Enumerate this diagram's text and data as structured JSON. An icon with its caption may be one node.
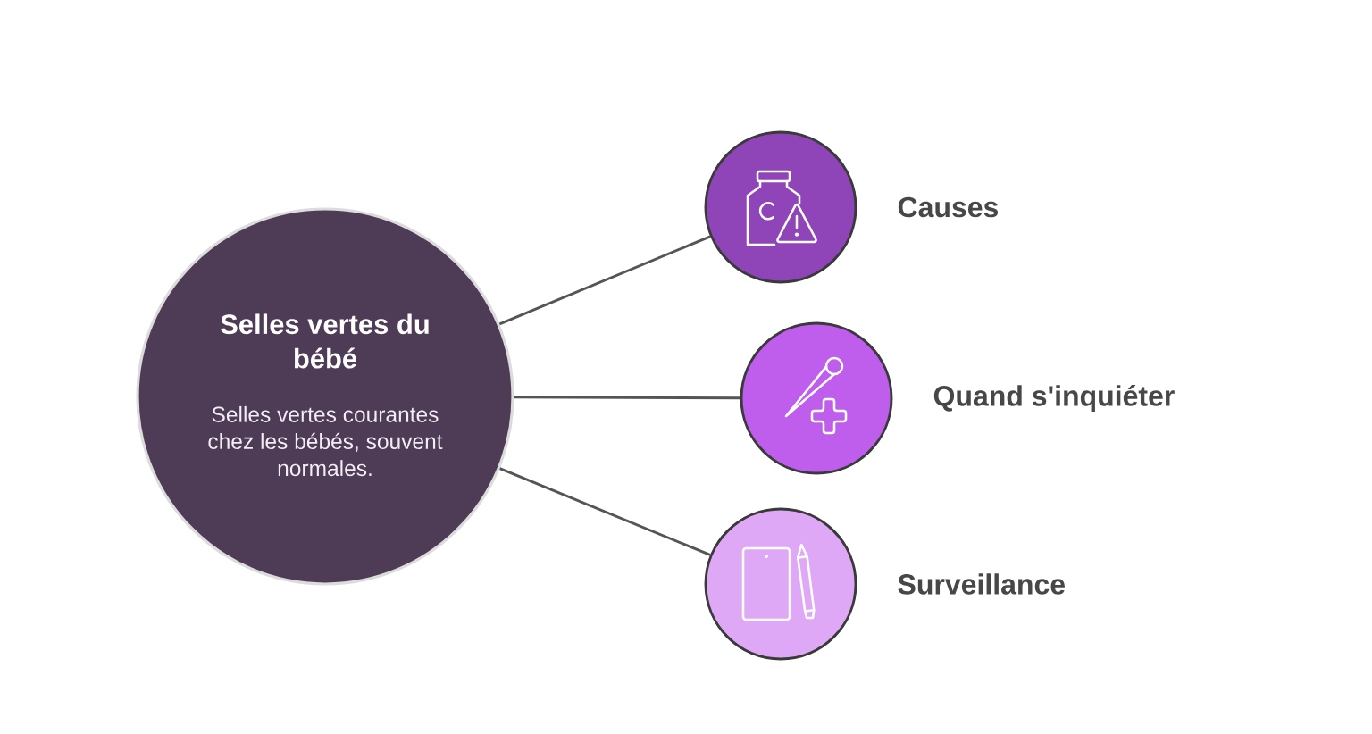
{
  "diagram": {
    "nodes": [
      {
        "text": [
          "Selles vertes du bébé",
          "Selles vertes courantes chez les bébés, souvent normales."
        ]
      },
      {
        "text": [],
        "shape": "circle",
        "beside": [
          "Causes"
        ]
      },
      {
        "text": [],
        "shape": "circle",
        "beside": [
          "Quand s'inquiéter"
        ]
      },
      {
        "text": [],
        "shape": "circle",
        "beside": [
          "Surveillance"
        ]
      }
    ],
    "edges": [
      {
        "from": 0,
        "to": 1,
        "arrow": "none"
      },
      {
        "from": 0,
        "to": 2,
        "arrow": "none"
      },
      {
        "from": 0,
        "to": 3,
        "arrow": "none"
      }
    ]
  }
}
